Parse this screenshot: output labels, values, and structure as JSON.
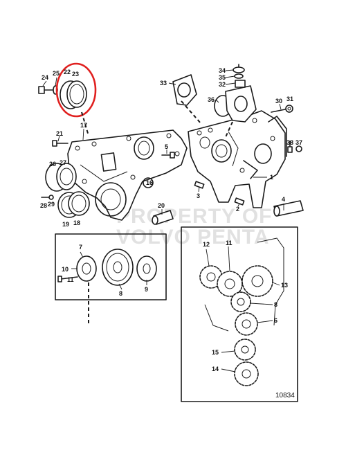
{
  "diagram": {
    "watermark": {
      "line1": "PROPERTY OF",
      "line2": "VOLVO PENTA"
    },
    "drawing_number": "10834",
    "highlight_color": "#e0201f",
    "callouts": {
      "c24": "24",
      "c25": "25",
      "c22": "22",
      "c23": "23",
      "c33": "33",
      "c34": "34",
      "c35": "35",
      "c32": "32",
      "c36": "36",
      "c30": "30",
      "c31": "31",
      "c21": "21",
      "c17": "17",
      "c5": "5",
      "c16": "16",
      "c38": "38",
      "c37": "37",
      "c26": "26",
      "c27": "27",
      "c1": "1",
      "c3": "3",
      "c2": "2",
      "c4": "4",
      "c28": "28",
      "c29": "29",
      "c20": "20",
      "c19": "19",
      "c18": "18",
      "i7": "7",
      "i10": "10",
      "i11": "11",
      "i8": "8",
      "i9": "9",
      "g12": "12",
      "g11": "11",
      "g13": "13",
      "g8": "8",
      "g6": "6",
      "g15": "15",
      "g14": "14"
    }
  }
}
